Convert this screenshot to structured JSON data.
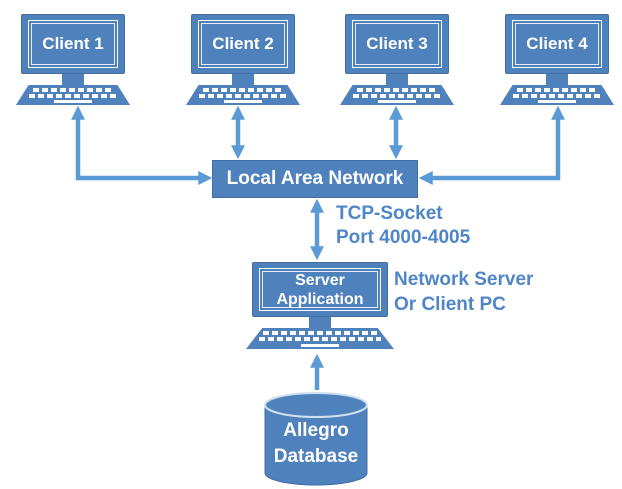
{
  "colors": {
    "shape_fill": "#4f81bd",
    "shape_border": "#416ea3",
    "arrow": "#5b9bd5",
    "label_text": "#4e86c8",
    "text_on_shape": "#ffffff",
    "cyl_top_stroke": "#cfe0f0"
  },
  "diagram": {
    "clients": [
      {
        "label": "Client 1"
      },
      {
        "label": "Client 2"
      },
      {
        "label": "Client 3"
      },
      {
        "label": "Client 4"
      }
    ],
    "lan": {
      "label": "Local Area Network"
    },
    "lan_server_link": {
      "line1": "TCP-Socket",
      "line2": "Port 4000-4005"
    },
    "server": {
      "screen_line1": "Server",
      "screen_line2": "Application",
      "note_line1": "Network Server",
      "note_line2": "Or Client PC"
    },
    "database": {
      "line1": "Allegro",
      "line2": "Database"
    }
  }
}
